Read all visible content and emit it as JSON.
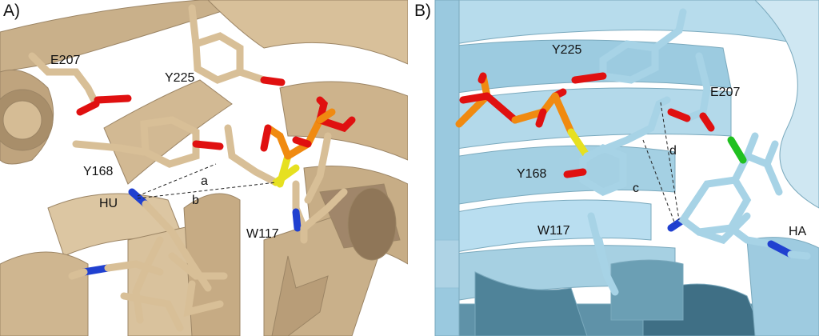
{
  "panels": [
    {
      "label": "A)",
      "residues": [
        "E207",
        "Y225",
        "Y168",
        "HU",
        "W117"
      ],
      "distances": [
        "a",
        "b"
      ]
    },
    {
      "label": "B)",
      "residues": [
        "Y225",
        "E207",
        "Y168",
        "W117",
        "HA"
      ],
      "distances": [
        "c",
        "d"
      ]
    }
  ],
  "colors": {
    "protein_A": "#d8bf97",
    "protein_A_dark": "#b39b74",
    "protein_B": "#a7d3e6",
    "protein_B_dark": "#6fa6be",
    "oxygen": "#e01010",
    "nitrogen": "#2040d0",
    "sulfur": "#e6e020",
    "phosphorus": "#f08a10",
    "chlorine": "#20c020"
  }
}
